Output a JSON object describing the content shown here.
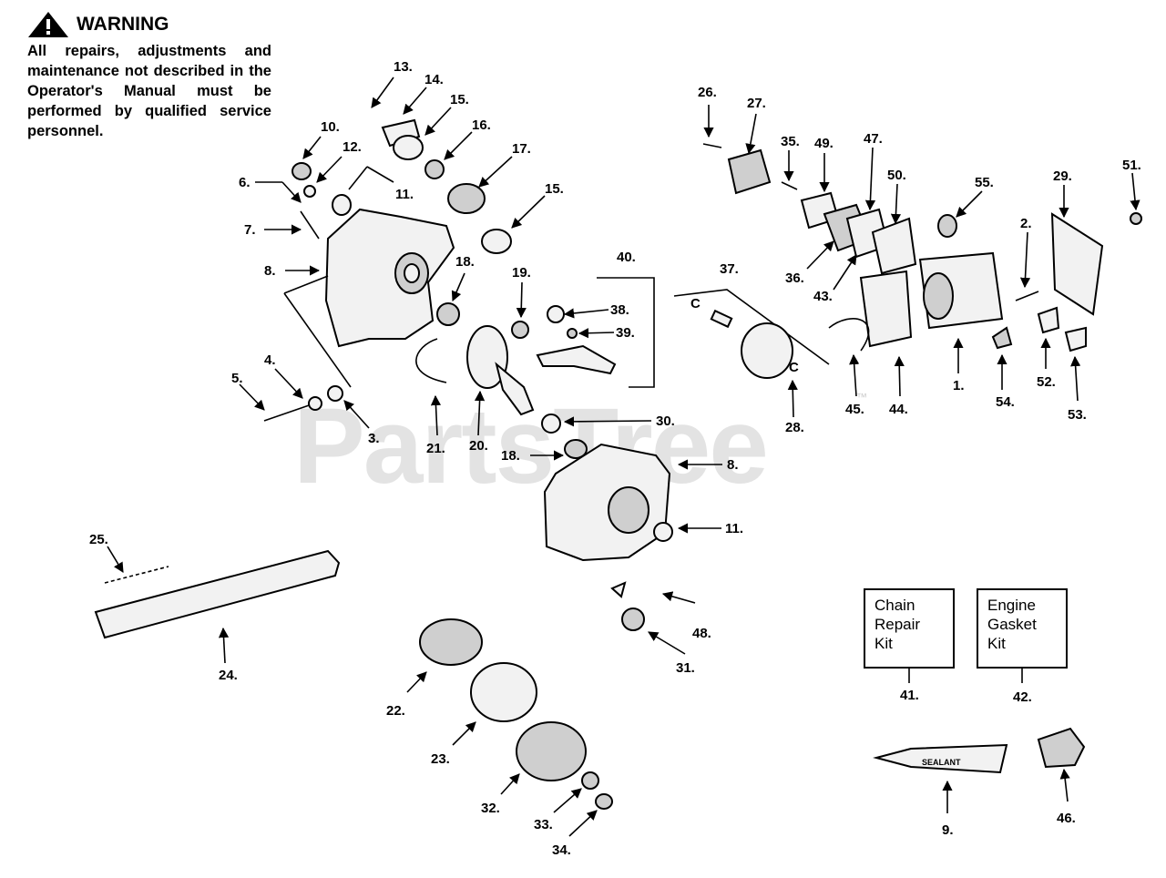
{
  "warning": {
    "title": "WARNING",
    "text": "All repairs, adjustments and maintenance not described in the Operator's Manual must be performed by qualified service personnel."
  },
  "watermark": {
    "text": "PartsTree",
    "trademark": "™"
  },
  "kits": {
    "chain_repair": {
      "lines": [
        "Chain",
        "Repair",
        "Kit"
      ]
    },
    "engine_gasket": {
      "lines": [
        "Engine",
        "Gasket",
        "Kit"
      ]
    }
  },
  "tube_label": "SEALANT",
  "piston_pin_letters": [
    "C",
    "C"
  ],
  "callouts": [
    "13.",
    "14.",
    "15.",
    "16.",
    "17.",
    "15.",
    "10.",
    "12.",
    "11.",
    "6.",
    "7.",
    "8.",
    "18.",
    "19.",
    "40.",
    "38.",
    "39.",
    "37.",
    "4.",
    "5.",
    "3.",
    "21.",
    "20.",
    "30.",
    "18.",
    "8.",
    "11.",
    "28.",
    "26.",
    "27.",
    "35.",
    "49.",
    "47.",
    "50.",
    "55.",
    "29.",
    "51.",
    "2.",
    "36.",
    "43.",
    "45.",
    "44.",
    "1.",
    "54.",
    "52.",
    "53.",
    "25.",
    "24.",
    "48.",
    "31.",
    "22.",
    "23.",
    "32.",
    "33.",
    "34.",
    "41.",
    "42.",
    "9.",
    "46."
  ]
}
